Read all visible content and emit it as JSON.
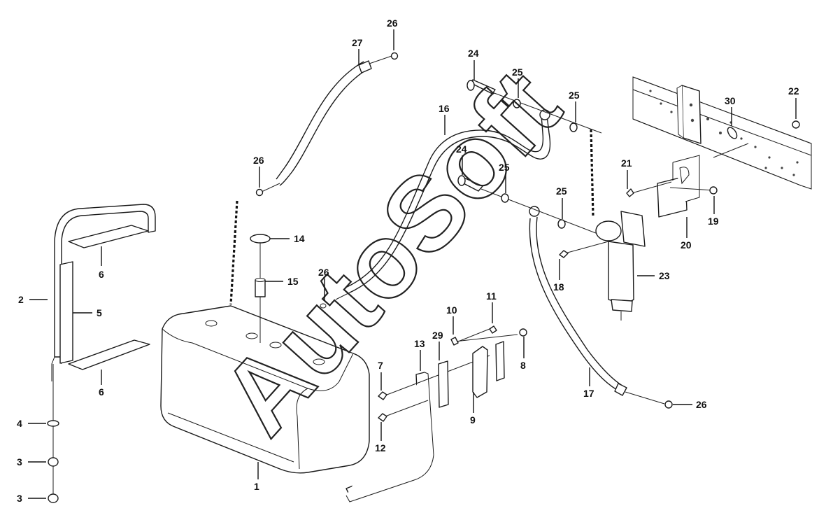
{
  "watermark": "AutoSoft",
  "callouts": [
    {
      "id": "c1",
      "label": "1"
    },
    {
      "id": "c2",
      "label": "2"
    },
    {
      "id": "c3a",
      "label": "3"
    },
    {
      "id": "c3b",
      "label": "3"
    },
    {
      "id": "c4",
      "label": "4"
    },
    {
      "id": "c5",
      "label": "5"
    },
    {
      "id": "c6a",
      "label": "6"
    },
    {
      "id": "c6b",
      "label": "6"
    },
    {
      "id": "c7",
      "label": "7"
    },
    {
      "id": "c8",
      "label": "8"
    },
    {
      "id": "c9",
      "label": "9"
    },
    {
      "id": "c10",
      "label": "10"
    },
    {
      "id": "c11",
      "label": "11"
    },
    {
      "id": "c12",
      "label": "12"
    },
    {
      "id": "c13",
      "label": "13"
    },
    {
      "id": "c14",
      "label": "14"
    },
    {
      "id": "c15",
      "label": "15"
    },
    {
      "id": "c16",
      "label": "16"
    },
    {
      "id": "c17",
      "label": "17"
    },
    {
      "id": "c18",
      "label": "18"
    },
    {
      "id": "c19",
      "label": "19"
    },
    {
      "id": "c20",
      "label": "20"
    },
    {
      "id": "c21",
      "label": "21"
    },
    {
      "id": "c22",
      "label": "22"
    },
    {
      "id": "c23",
      "label": "23"
    },
    {
      "id": "c24a",
      "label": "24"
    },
    {
      "id": "c24b",
      "label": "24"
    },
    {
      "id": "c25a",
      "label": "25"
    },
    {
      "id": "c25b",
      "label": "25"
    },
    {
      "id": "c25c",
      "label": "25"
    },
    {
      "id": "c25d",
      "label": "25"
    },
    {
      "id": "c26a",
      "label": "26"
    },
    {
      "id": "c26b",
      "label": "26"
    },
    {
      "id": "c26c",
      "label": "26"
    },
    {
      "id": "c26d",
      "label": "26"
    },
    {
      "id": "c27",
      "label": "27"
    },
    {
      "id": "c29",
      "label": "29"
    },
    {
      "id": "c30",
      "label": "30"
    }
  ]
}
